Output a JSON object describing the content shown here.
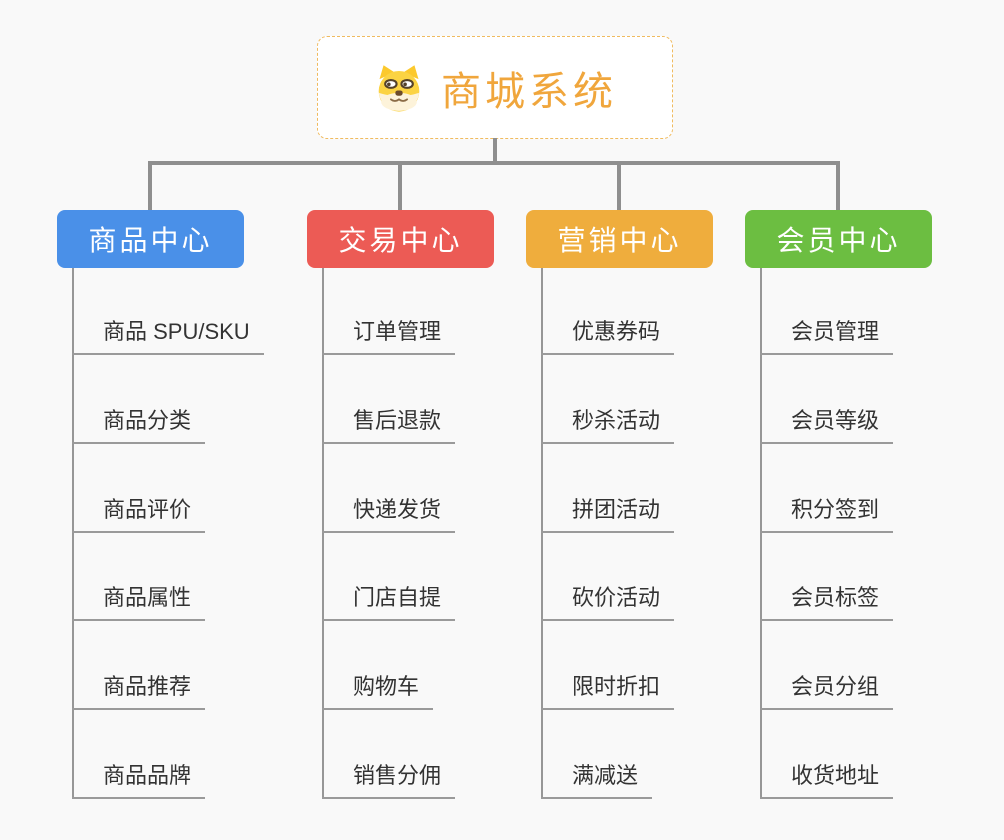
{
  "canvas": {
    "background": "#f9f9f9",
    "connector_color": "#8f8f8f",
    "leaf_text_color": "#333333",
    "leaf_line_color": "#9a9a9a"
  },
  "root": {
    "label": "商城系统",
    "icon": "doge-icon",
    "text_color": "#f0a63c",
    "border_color": "#f0bb5f",
    "background": "#ffffff"
  },
  "branches": [
    {
      "label": "商品中心",
      "color": "#4a90e8",
      "items": [
        "商品 SPU/SKU",
        "商品分类",
        "商品评价",
        "商品属性",
        "商品推荐",
        "商品品牌"
      ]
    },
    {
      "label": "交易中心",
      "color": "#ec5b55",
      "items": [
        "订单管理",
        "售后退款",
        "快递发货",
        "门店自提",
        "购物车",
        "销售分佣"
      ]
    },
    {
      "label": "营销中心",
      "color": "#efad3d",
      "items": [
        "优惠券码",
        "秒杀活动",
        "拼团活动",
        "砍价活动",
        "限时折扣",
        "满减送"
      ]
    },
    {
      "label": "会员中心",
      "color": "#6cbe41",
      "items": [
        "会员管理",
        "会员等级",
        "积分签到",
        "会员标签",
        "会员分组",
        "收货地址"
      ]
    }
  ]
}
